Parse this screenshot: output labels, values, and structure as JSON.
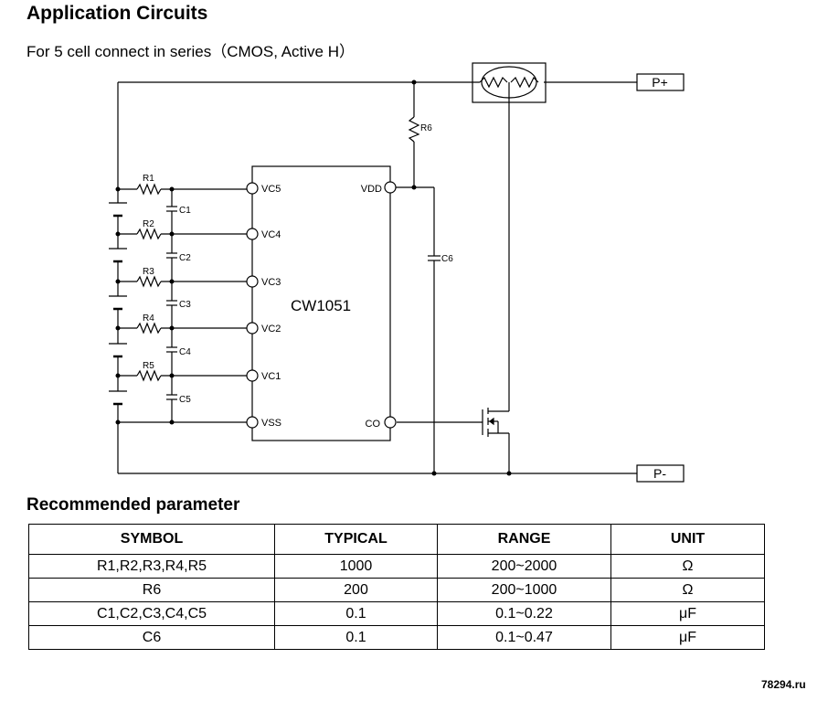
{
  "header": {
    "title": "Application Circuits",
    "subtitle": "For 5 cell connect in series（CMOS, Active H）"
  },
  "circuit": {
    "chip_name": "CW1051",
    "left_pins": [
      "VC5",
      "VC4",
      "VC3",
      "VC2",
      "VC1",
      "VSS"
    ],
    "right_pins": [
      "VDD",
      "CO"
    ],
    "resistors": [
      "R1",
      "R2",
      "R3",
      "R4",
      "R5"
    ],
    "capacitors": [
      "C1",
      "C2",
      "C3",
      "C4",
      "C5"
    ],
    "r6_label": "R6",
    "c6_label": "C6",
    "terminal_pos": "P+",
    "terminal_neg": "P-"
  },
  "parameters": {
    "title": "Recommended parameter",
    "headers": [
      "SYMBOL",
      "TYPICAL",
      "RANGE",
      "UNIT"
    ],
    "rows": [
      [
        "R1,R2,R3,R4,R5",
        "1000",
        "200~2000",
        "Ω"
      ],
      [
        "R6",
        "200",
        "200~1000",
        "Ω"
      ],
      [
        "C1,C2,C3,C4,C5",
        "0.1",
        "0.1~0.22",
        "μF"
      ],
      [
        "C6",
        "0.1",
        "0.1~0.47",
        "μF"
      ]
    ]
  },
  "watermark": "78294.ru"
}
